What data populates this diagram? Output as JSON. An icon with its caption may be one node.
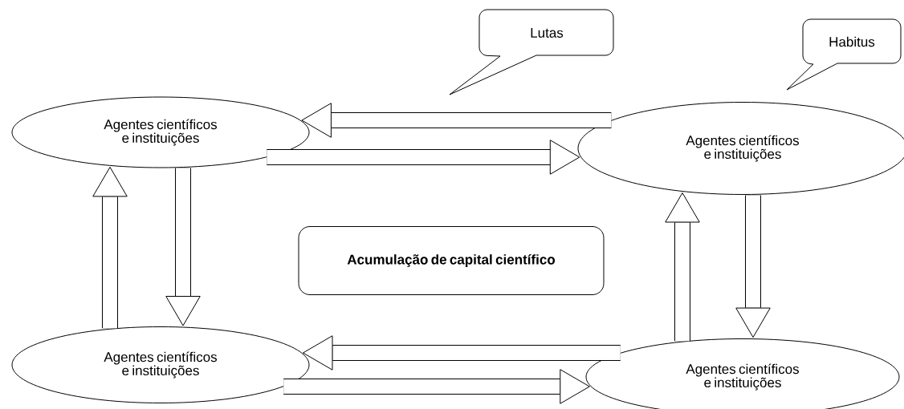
{
  "diagram": {
    "nodes": [
      {
        "text": [
          "Agentes científicos e instituições"
        ]
      },
      {
        "text": [
          "Agentes científicos e instituições"
        ]
      },
      {
        "text": [
          "Agentes científicos e instituições"
        ]
      },
      {
        "text": [
          "Agentes científicos e instituições"
        ]
      },
      {
        "text": [
          "Acumulação de capital científico"
        ]
      },
      {
        "text": [
          "Lutas"
        ]
      },
      {
        "text": [
          "Habitus"
        ]
      }
    ],
    "edges": [
      {
        "from": 1,
        "to": 0,
        "arrow": "to"
      },
      {
        "from": 0,
        "to": 1,
        "arrow": "to"
      },
      {
        "from": 2,
        "to": 0,
        "arrow": "to"
      },
      {
        "from": 0,
        "to": 2,
        "arrow": "to"
      },
      {
        "from": 3,
        "to": 1,
        "arrow": "to"
      },
      {
        "from": 1,
        "to": 3,
        "arrow": "to"
      },
      {
        "from": 3,
        "to": 2,
        "arrow": "to"
      },
      {
        "from": 2,
        "to": 3,
        "arrow": "to"
      }
    ]
  }
}
